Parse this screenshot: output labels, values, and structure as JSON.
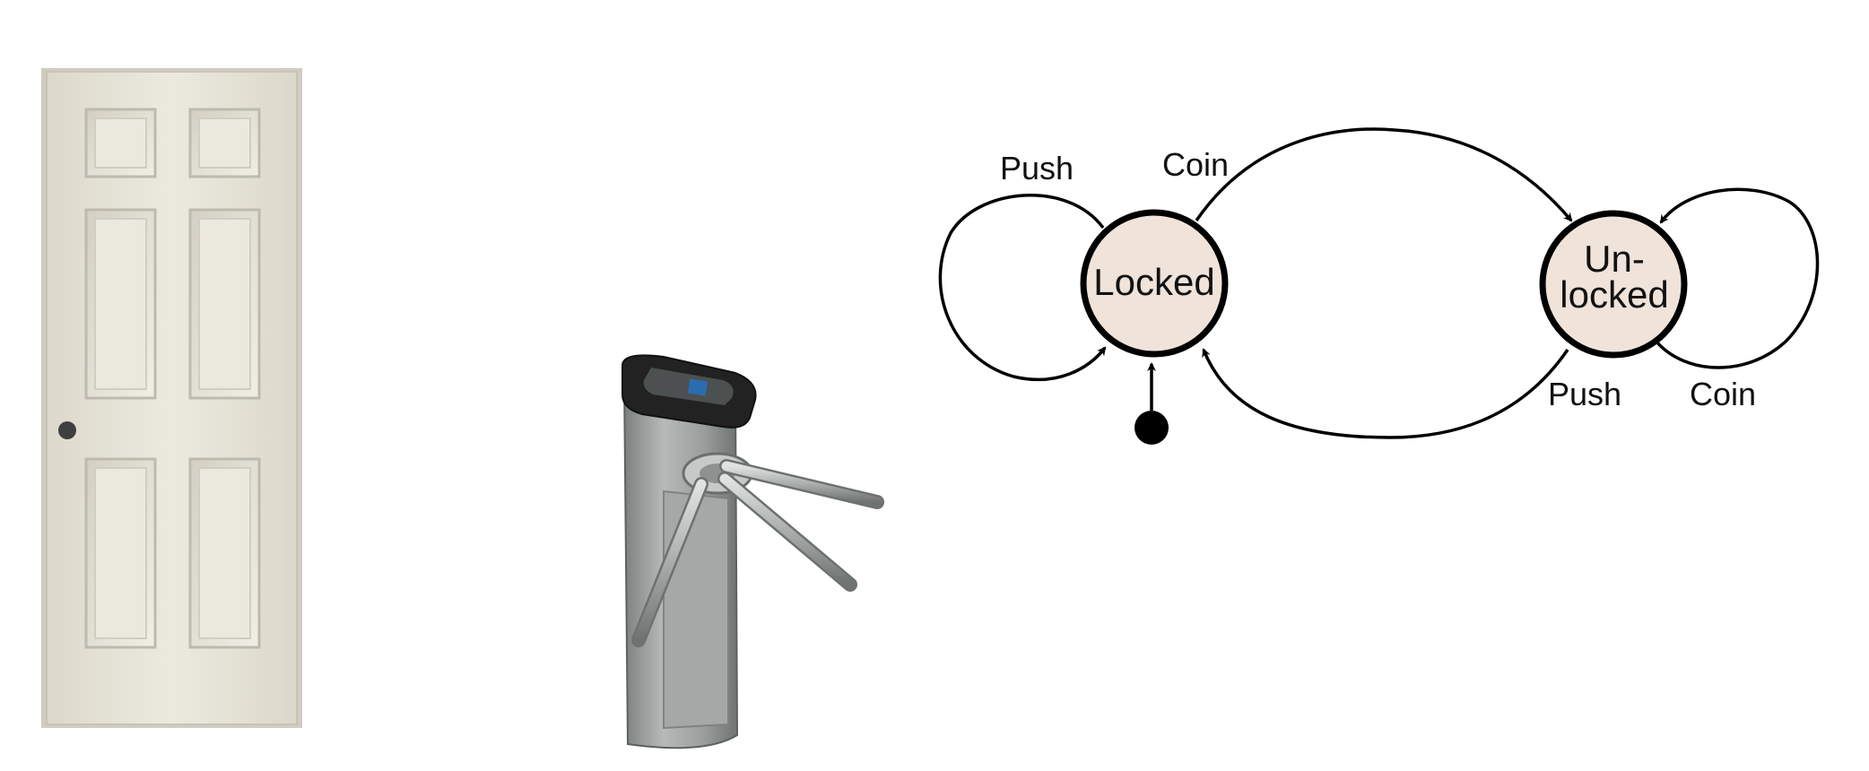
{
  "diagram": {
    "states": {
      "locked": {
        "label": "Locked",
        "fill": "#efe3da"
      },
      "unlocked": {
        "label_line1": "Un-",
        "label_line2": "locked",
        "fill": "#efe3da"
      }
    },
    "transitions": {
      "locked_push_self": "Push",
      "locked_coin_to_unlocked": "Coin",
      "unlocked_push_to_locked": "Push",
      "unlocked_coin_self": "Coin"
    }
  },
  "illustrations": {
    "door": {
      "panel_color": "#e9e6db",
      "knob_color": "#3f3f3f"
    },
    "turnstile": {
      "body_color": "#9ea19f",
      "top_color": "#1f1f1f",
      "arm_color": "#b9bcbb"
    }
  }
}
